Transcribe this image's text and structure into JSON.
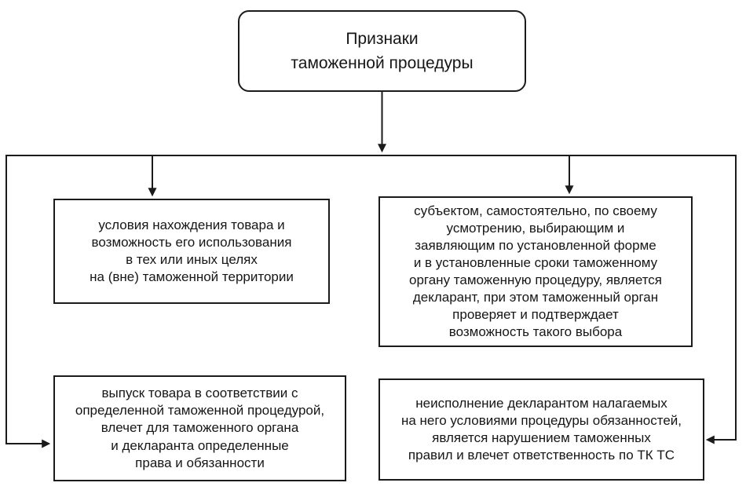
{
  "diagram": {
    "root": {
      "lines": [
        "Признаки",
        "таможенной процедуры"
      ]
    },
    "nodes": {
      "conditions": {
        "lines": [
          "условия нахождения товара и",
          "возможность его использования",
          "в тех или иных целях",
          "на (вне) таможенной территории"
        ]
      },
      "subject": {
        "lines": [
          "субъектом, самостоятельно, по своему",
          "усмотрению, выбирающим и",
          "заявляющим по установленной форме",
          "и в установленные сроки таможенному",
          "органу таможенную процедуру, является",
          "декларант, при этом таможенный орган",
          "проверяет и подтверждает",
          "возможность такого выбора"
        ]
      },
      "release": {
        "lines": [
          "выпуск товара в соответствии с",
          "определенной таможенной процедурой,",
          "влечет для таможенного органа",
          "и декларанта определенные",
          "права и обязанности"
        ]
      },
      "violation": {
        "lines": [
          "неисполнение декларантом налагаемых",
          "на него условиями процедуры обязанностей,",
          "является нарушением таможенных",
          "правил и влечет ответственность по ТК ТС"
        ]
      }
    },
    "colors": {
      "line": "#1b1b1b",
      "text": "#161616",
      "background": "#ffffff",
      "box_fill": "#ffffff"
    }
  }
}
